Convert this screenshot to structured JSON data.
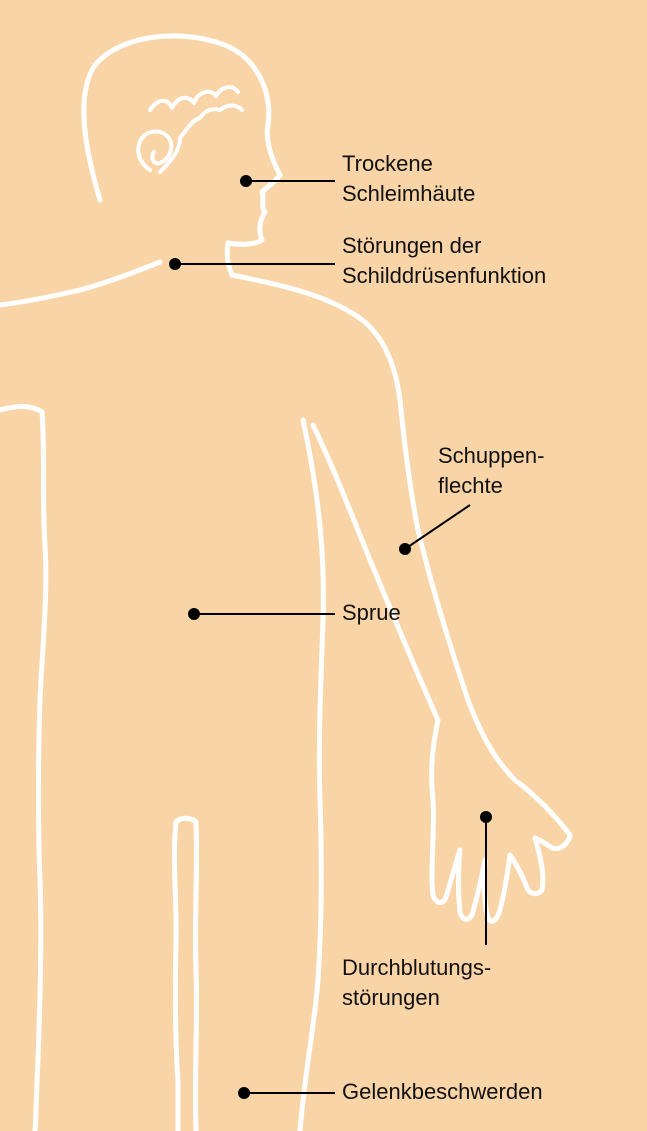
{
  "colors": {
    "background": "#f9d4a7",
    "outline": "#ffffff",
    "leader": "#000000",
    "text": "#111111"
  },
  "labels": {
    "mucosa": {
      "line1": "Trockene",
      "line2": "Schleimhäute"
    },
    "thyroid": {
      "line1": "Störungen der",
      "line2": "Schilddrüsenfunktion"
    },
    "psoriasis": {
      "line1": "Schuppen-",
      "line2": "flechte"
    },
    "sprue": {
      "line1": "Sprue"
    },
    "circulation": {
      "line1": "Durchblutungs-",
      "line2": "störungen"
    },
    "joints": {
      "line1": "Gelenkbeschwerden"
    }
  }
}
